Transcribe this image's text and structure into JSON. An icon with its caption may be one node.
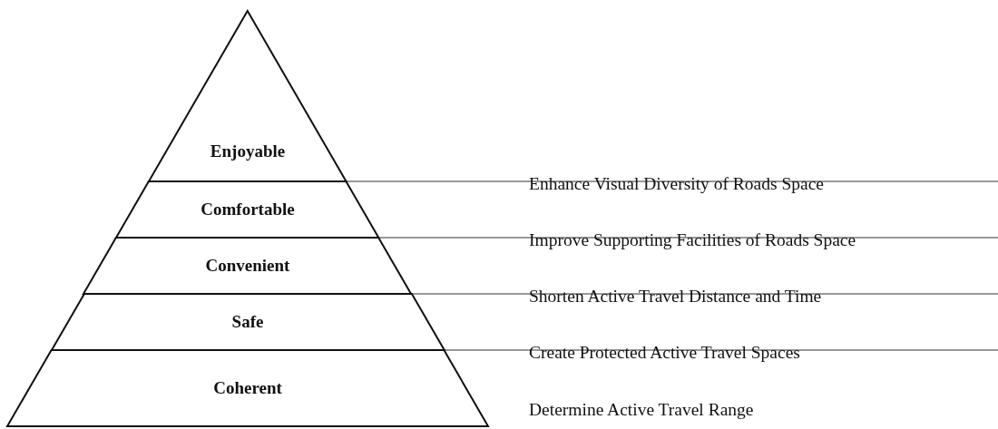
{
  "diagram": {
    "nodes": [
      {
        "text": [
          "Enjoyable"
        ]
      },
      {
        "text": [
          "Comfortable"
        ]
      },
      {
        "text": [
          "Convenient"
        ]
      },
      {
        "text": [
          "Safe"
        ]
      },
      {
        "text": [
          "Coherent"
        ]
      }
    ],
    "labels": [
      "Enhance Visual Diversity of Roads Space",
      "Improve Supporting Facilities of Roads Space",
      "Shorten Active Travel Distance and Time",
      "Create Protected Active Travel Spaces",
      "Determine Active Travel Range"
    ]
  }
}
